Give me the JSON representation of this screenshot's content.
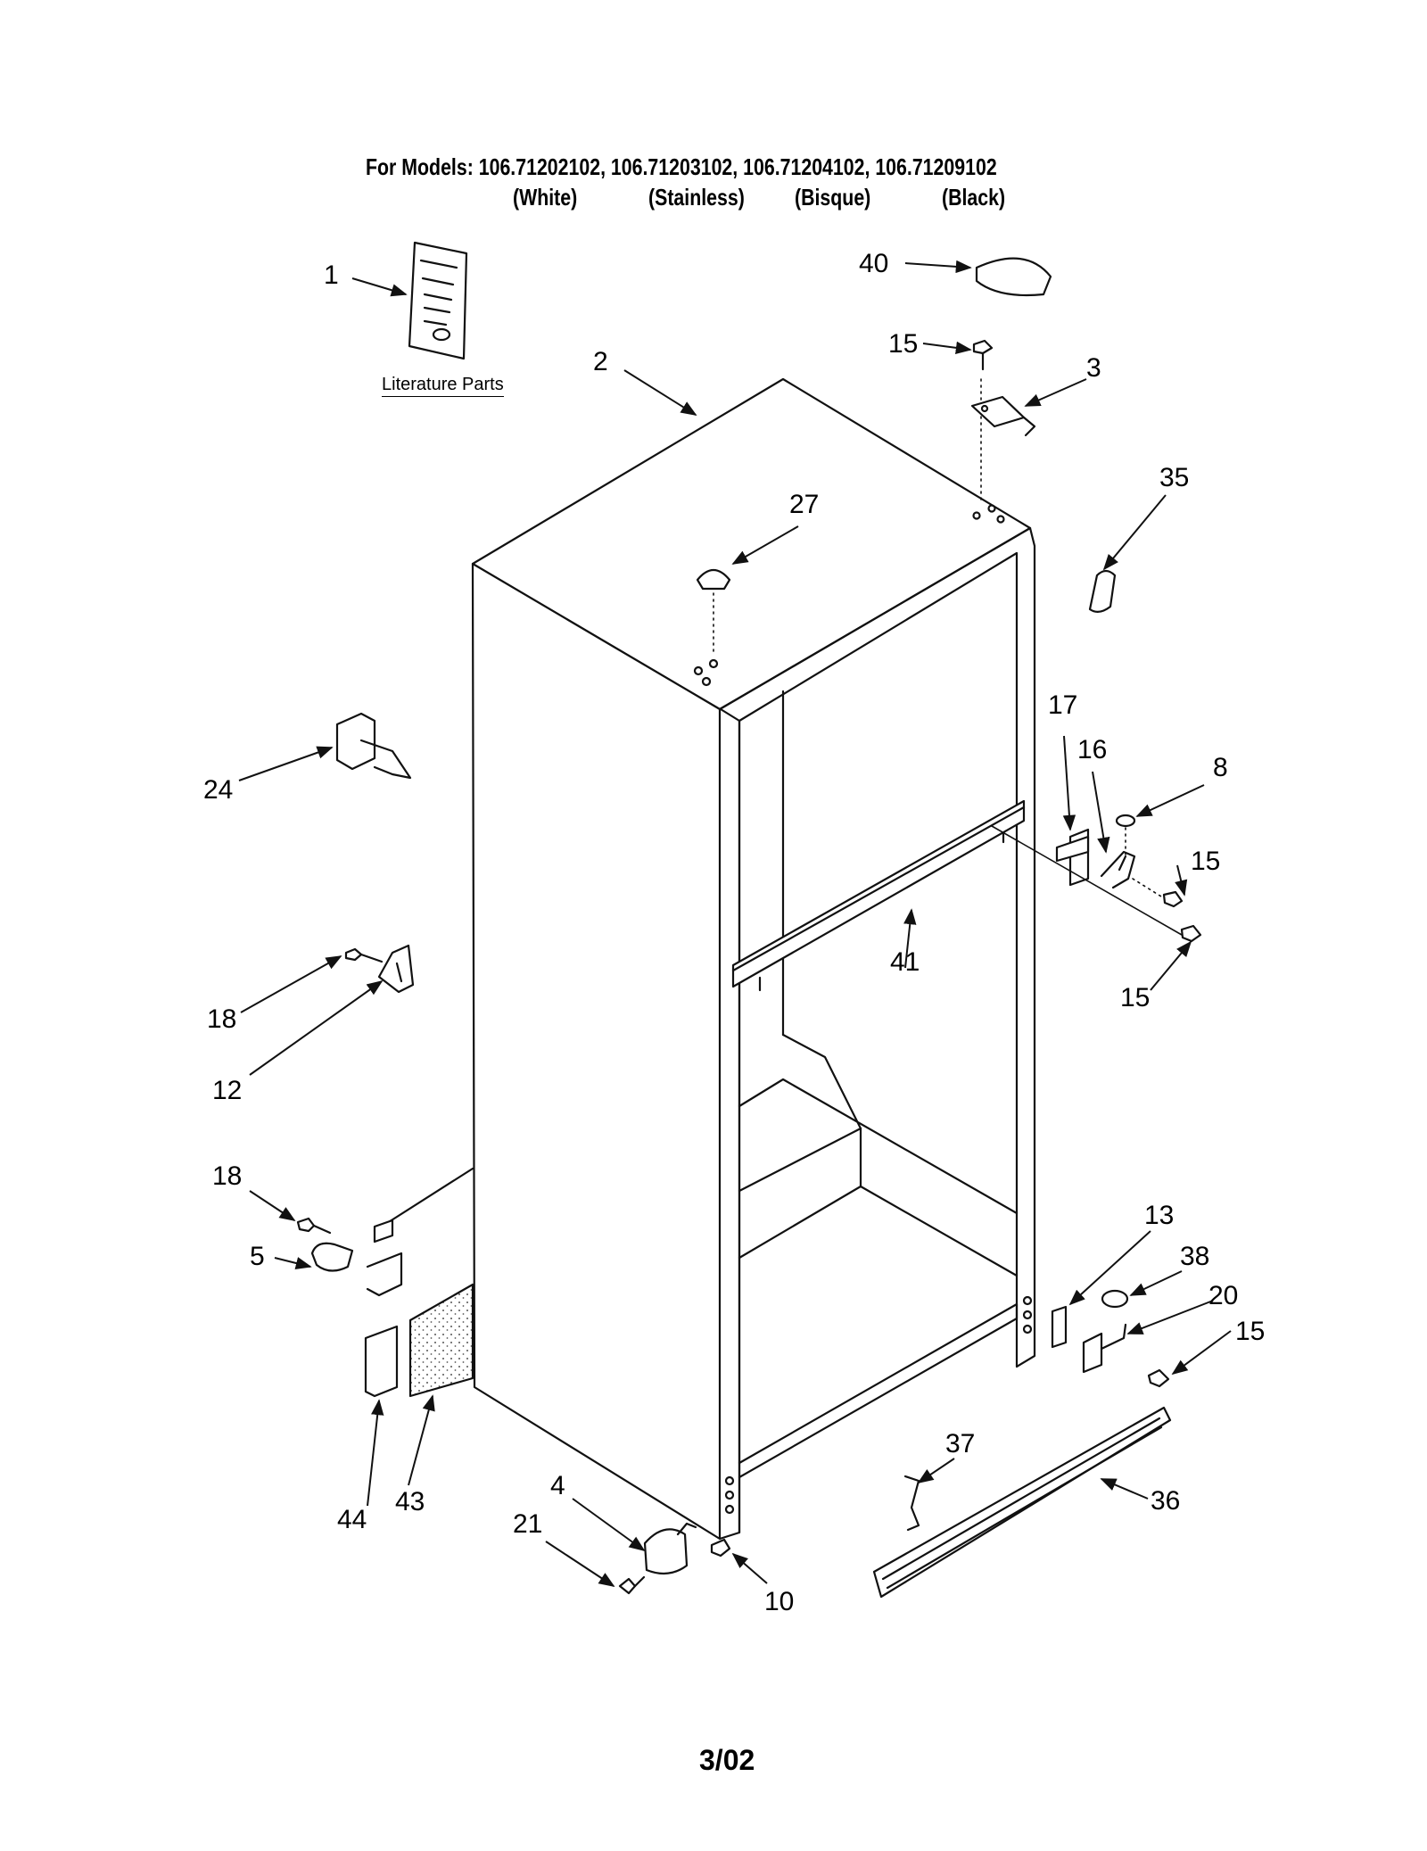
{
  "header": {
    "models_line": "For Models: 106.71202102, 106.71203102, 106.71204102, 106.71209102",
    "colors": [
      "(White)",
      "(Stainless)",
      "(Bisque)",
      "(Black)"
    ]
  },
  "literature_caption": "Literature Parts",
  "footer": "3/02",
  "colors": {
    "line": "#111111",
    "background": "#ffffff",
    "stipple": "#555555"
  },
  "callouts": [
    {
      "id": "c1",
      "label": "1"
    },
    {
      "id": "c2",
      "label": "2"
    },
    {
      "id": "c3",
      "label": "3"
    },
    {
      "id": "c4",
      "label": "4"
    },
    {
      "id": "c5",
      "label": "5"
    },
    {
      "id": "c8",
      "label": "8"
    },
    {
      "id": "c10",
      "label": "10"
    },
    {
      "id": "c12",
      "label": "12"
    },
    {
      "id": "c13",
      "label": "13"
    },
    {
      "id": "c15a",
      "label": "15"
    },
    {
      "id": "c15b",
      "label": "15"
    },
    {
      "id": "c15c",
      "label": "15"
    },
    {
      "id": "c15d",
      "label": "15"
    },
    {
      "id": "c16",
      "label": "16"
    },
    {
      "id": "c17",
      "label": "17"
    },
    {
      "id": "c18a",
      "label": "18"
    },
    {
      "id": "c18b",
      "label": "18"
    },
    {
      "id": "c20",
      "label": "20"
    },
    {
      "id": "c21",
      "label": "21"
    },
    {
      "id": "c24",
      "label": "24"
    },
    {
      "id": "c27",
      "label": "27"
    },
    {
      "id": "c35",
      "label": "35"
    },
    {
      "id": "c36",
      "label": "36"
    },
    {
      "id": "c37",
      "label": "37"
    },
    {
      "id": "c38",
      "label": "38"
    },
    {
      "id": "c40",
      "label": "40"
    },
    {
      "id": "c41",
      "label": "41"
    },
    {
      "id": "c43",
      "label": "43"
    },
    {
      "id": "c44",
      "label": "44"
    }
  ]
}
